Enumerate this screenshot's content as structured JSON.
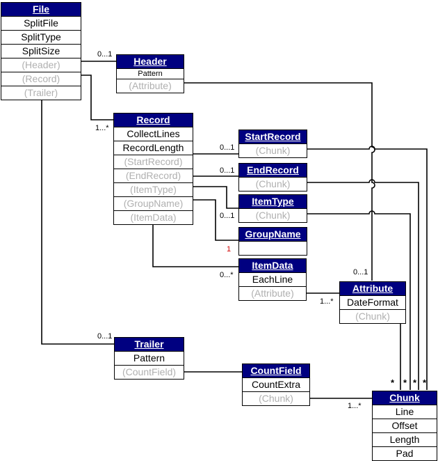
{
  "classes": {
    "file": {
      "title": "File",
      "rows": [
        "SplitFile",
        "SplitType",
        "SplitSize",
        "(Header)",
        "(Record)",
        "(Trailer)"
      ]
    },
    "header": {
      "title": "Header",
      "rows": [
        "Pattern",
        "(Attribute)"
      ]
    },
    "record": {
      "title": "Record",
      "rows": [
        "CollectLines",
        "RecordLength",
        "(StartRecord)",
        "(EndRecord)",
        "(ItemType)",
        "(GroupName)",
        "(ItemData)"
      ]
    },
    "startrecord": {
      "title": "StartRecord",
      "rows": [
        "(Chunk)"
      ]
    },
    "endrecord": {
      "title": "EndRecord",
      "rows": [
        "(Chunk)"
      ]
    },
    "itemtype": {
      "title": "ItemType",
      "rows": [
        "(Chunk)"
      ]
    },
    "groupname": {
      "title": "GroupName",
      "rows": [
        ""
      ]
    },
    "itemdata": {
      "title": "ItemData",
      "rows": [
        "EachLine",
        "(Attribute)"
      ]
    },
    "attribute": {
      "title": "Attribute",
      "rows": [
        "DateFormat",
        "(Chunk)"
      ]
    },
    "trailer": {
      "title": "Trailer",
      "rows": [
        "Pattern",
        "(CountField)"
      ]
    },
    "countfield": {
      "title": "CountField",
      "rows": [
        "CountExtra",
        "(Chunk)"
      ]
    },
    "chunk": {
      "title": "Chunk",
      "rows": [
        "Line",
        "Offset",
        "Length",
        "Pad"
      ]
    }
  },
  "multiplicities": {
    "header": "0...1",
    "record": "1...*",
    "startrecord": "0...1",
    "endrecord": "0...1",
    "itemtype": "0...1",
    "groupname": "1",
    "itemdata": "0...*",
    "attribute_top": "0...1",
    "attribute_left": "1...*",
    "trailer": "0...1",
    "chunk": "1...*",
    "chunk_stars": "*"
  },
  "colors": {
    "title_bg": "#000080",
    "title_fg": "#ffffff",
    "reference_row": "#b0b0b0",
    "multiplicity_red": "#d00000"
  }
}
